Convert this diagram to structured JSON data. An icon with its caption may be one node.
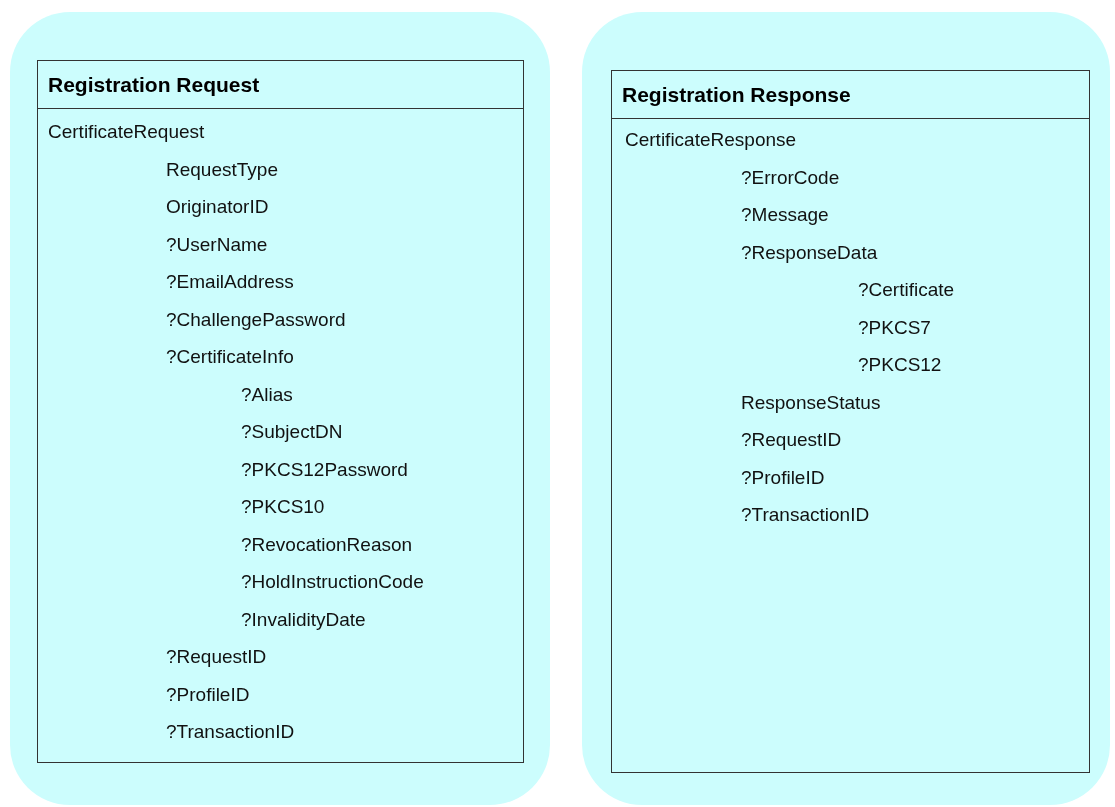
{
  "diagram": {
    "nodes": [
      {
        "text": [],
        "shape": "box"
      },
      {
        "text": [
          "Registration Request",
          "CertificateRequest",
          "RequestType",
          "OriginatorID",
          "?UserName",
          "?EmailAddress",
          "?ChallengePassword",
          "?CertificateInfo",
          "?Alias",
          "?SubjectDN",
          "?PKCS12Password",
          "?PKCS10",
          "?RevocationReason",
          "?HoldInstructionCode",
          "?InvalidityDate",
          "?RequestID",
          "?ProfileID",
          "?TransactionID"
        ],
        "in": 0
      },
      {
        "text": [],
        "shape": "box"
      },
      {
        "text": [
          "Registration Response",
          "CertificateResponse",
          "?ErrorCode",
          "?Message",
          "?ResponseData",
          "?Certificate",
          "?PKCS7",
          "?PKCS12",
          "ResponseStatus",
          "?RequestID",
          "?ProfileID",
          "?TransactionID"
        ],
        "in": 2
      }
    ]
  }
}
